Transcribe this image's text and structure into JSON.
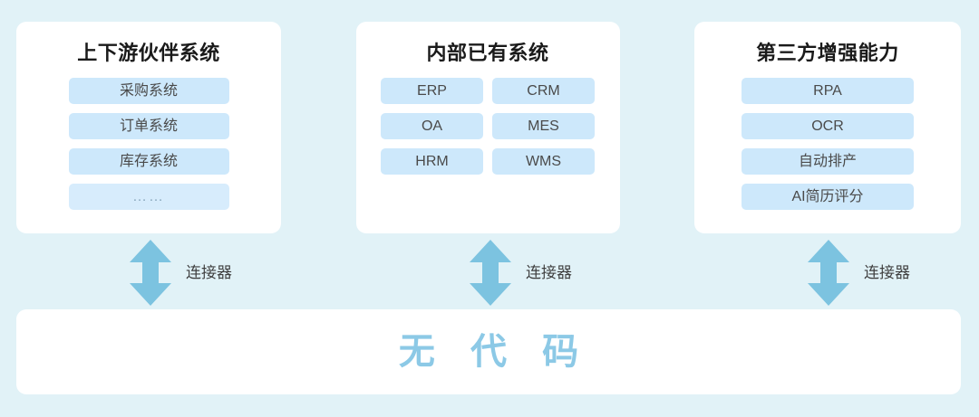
{
  "theme": {
    "page_background": "#e1f2f7",
    "card_background": "#ffffff",
    "pill_background": "#cde8fb",
    "pill_text": "#4a4a4a",
    "accent_blue": "#7cc3e0",
    "nocode_text_color": "#8cc9e6",
    "title_color": "#1a1a1a"
  },
  "cards": [
    {
      "id": "partner-systems",
      "title": "上下游伙伴系统",
      "layout": "list",
      "items": [
        {
          "label": "采购系统",
          "muted": false
        },
        {
          "label": "订单系统",
          "muted": false
        },
        {
          "label": "库存系统",
          "muted": false
        },
        {
          "label": "……",
          "muted": true
        }
      ]
    },
    {
      "id": "internal-systems",
      "title": "内部已有系统",
      "layout": "grid",
      "items": [
        {
          "label": "ERP",
          "muted": false
        },
        {
          "label": "CRM",
          "muted": false
        },
        {
          "label": "OA",
          "muted": false
        },
        {
          "label": "MES",
          "muted": false
        },
        {
          "label": "HRM",
          "muted": false
        },
        {
          "label": "WMS",
          "muted": false
        }
      ]
    },
    {
      "id": "thirdparty-capabilities",
      "title": "第三方增强能力",
      "layout": "list",
      "items": [
        {
          "label": "RPA",
          "muted": false
        },
        {
          "label": "OCR",
          "muted": false
        },
        {
          "label": "自动排产",
          "muted": false
        },
        {
          "label": "AI简历评分",
          "muted": false
        }
      ]
    }
  ],
  "connectors": [
    {
      "id": "connector-partner",
      "label": "连接器",
      "icon": "double-arrow-vertical-icon"
    },
    {
      "id": "connector-internal",
      "label": "连接器",
      "icon": "double-arrow-vertical-icon"
    },
    {
      "id": "connector-thirdparty",
      "label": "连接器",
      "icon": "double-arrow-vertical-icon"
    }
  ],
  "platform": {
    "label": "无 代 码"
  }
}
